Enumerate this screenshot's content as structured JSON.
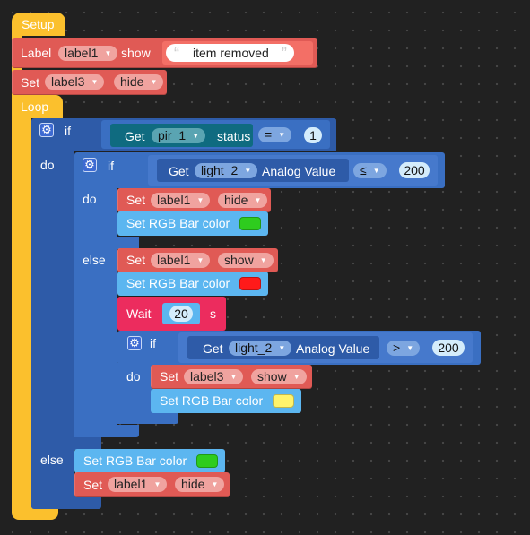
{
  "colors": {
    "event": "#fbc02d",
    "control": "#2e5ba8",
    "control_inner": "#3a6fc2",
    "value": "#e05a55",
    "rgb_block": "#5cb6f0",
    "sensor": "#0f6b80",
    "timing": "#ec2c5e",
    "green": "#2ecc1e",
    "red": "#ff1a1a",
    "yellow": "#fff36b"
  },
  "setup": {
    "title": "Setup",
    "label_block": {
      "keyword": "Label",
      "target": "label1",
      "action": "show",
      "text": "item removed"
    },
    "set_block": {
      "keyword": "Set",
      "target": "label3",
      "state": "hide"
    }
  },
  "loop": {
    "title": "Loop",
    "outer_if": {
      "if_label": "if",
      "do_label": "do",
      "else_label": "else",
      "condition": {
        "get": "Get",
        "sensor": "pir_1",
        "prop": "status",
        "op": "=",
        "value": "1"
      },
      "inner_if": {
        "if_label": "if",
        "do_label": "do",
        "else_label": "else",
        "condition": {
          "get": "Get",
          "sensor": "light_2",
          "prop": "Analog Value",
          "op": "≤",
          "value": "200"
        },
        "do_blocks": {
          "set": {
            "keyword": "Set",
            "target": "label1",
            "state": "hide"
          },
          "rgb": {
            "text": "Set RGB Bar color",
            "color_name": "green"
          }
        },
        "else_blocks": {
          "set": {
            "keyword": "Set",
            "target": "label1",
            "state": "show"
          },
          "rgb": {
            "text": "Set RGB Bar color",
            "color_name": "red"
          },
          "wait": {
            "keyword": "Wait",
            "value": "20",
            "unit": "s"
          },
          "nested_if": {
            "if_label": "if",
            "do_label": "do",
            "condition": {
              "get": "Get",
              "sensor": "light_2",
              "prop": "Analog Value",
              "op": ">",
              "value": "200"
            },
            "set": {
              "keyword": "Set",
              "target": "label3",
              "state": "show"
            },
            "rgb": {
              "text": "Set RGB Bar color",
              "color_name": "yellow"
            }
          }
        }
      },
      "else_blocks": {
        "rgb": {
          "text": "Set RGB Bar color",
          "color_name": "green"
        },
        "set": {
          "keyword": "Set",
          "target": "label1",
          "state": "hide"
        }
      }
    }
  },
  "icons": {
    "gear": "gear-icon",
    "dropdown_caret": "caret-down-icon",
    "quote_open": "open-quote-icon",
    "quote_close": "close-quote-icon"
  }
}
